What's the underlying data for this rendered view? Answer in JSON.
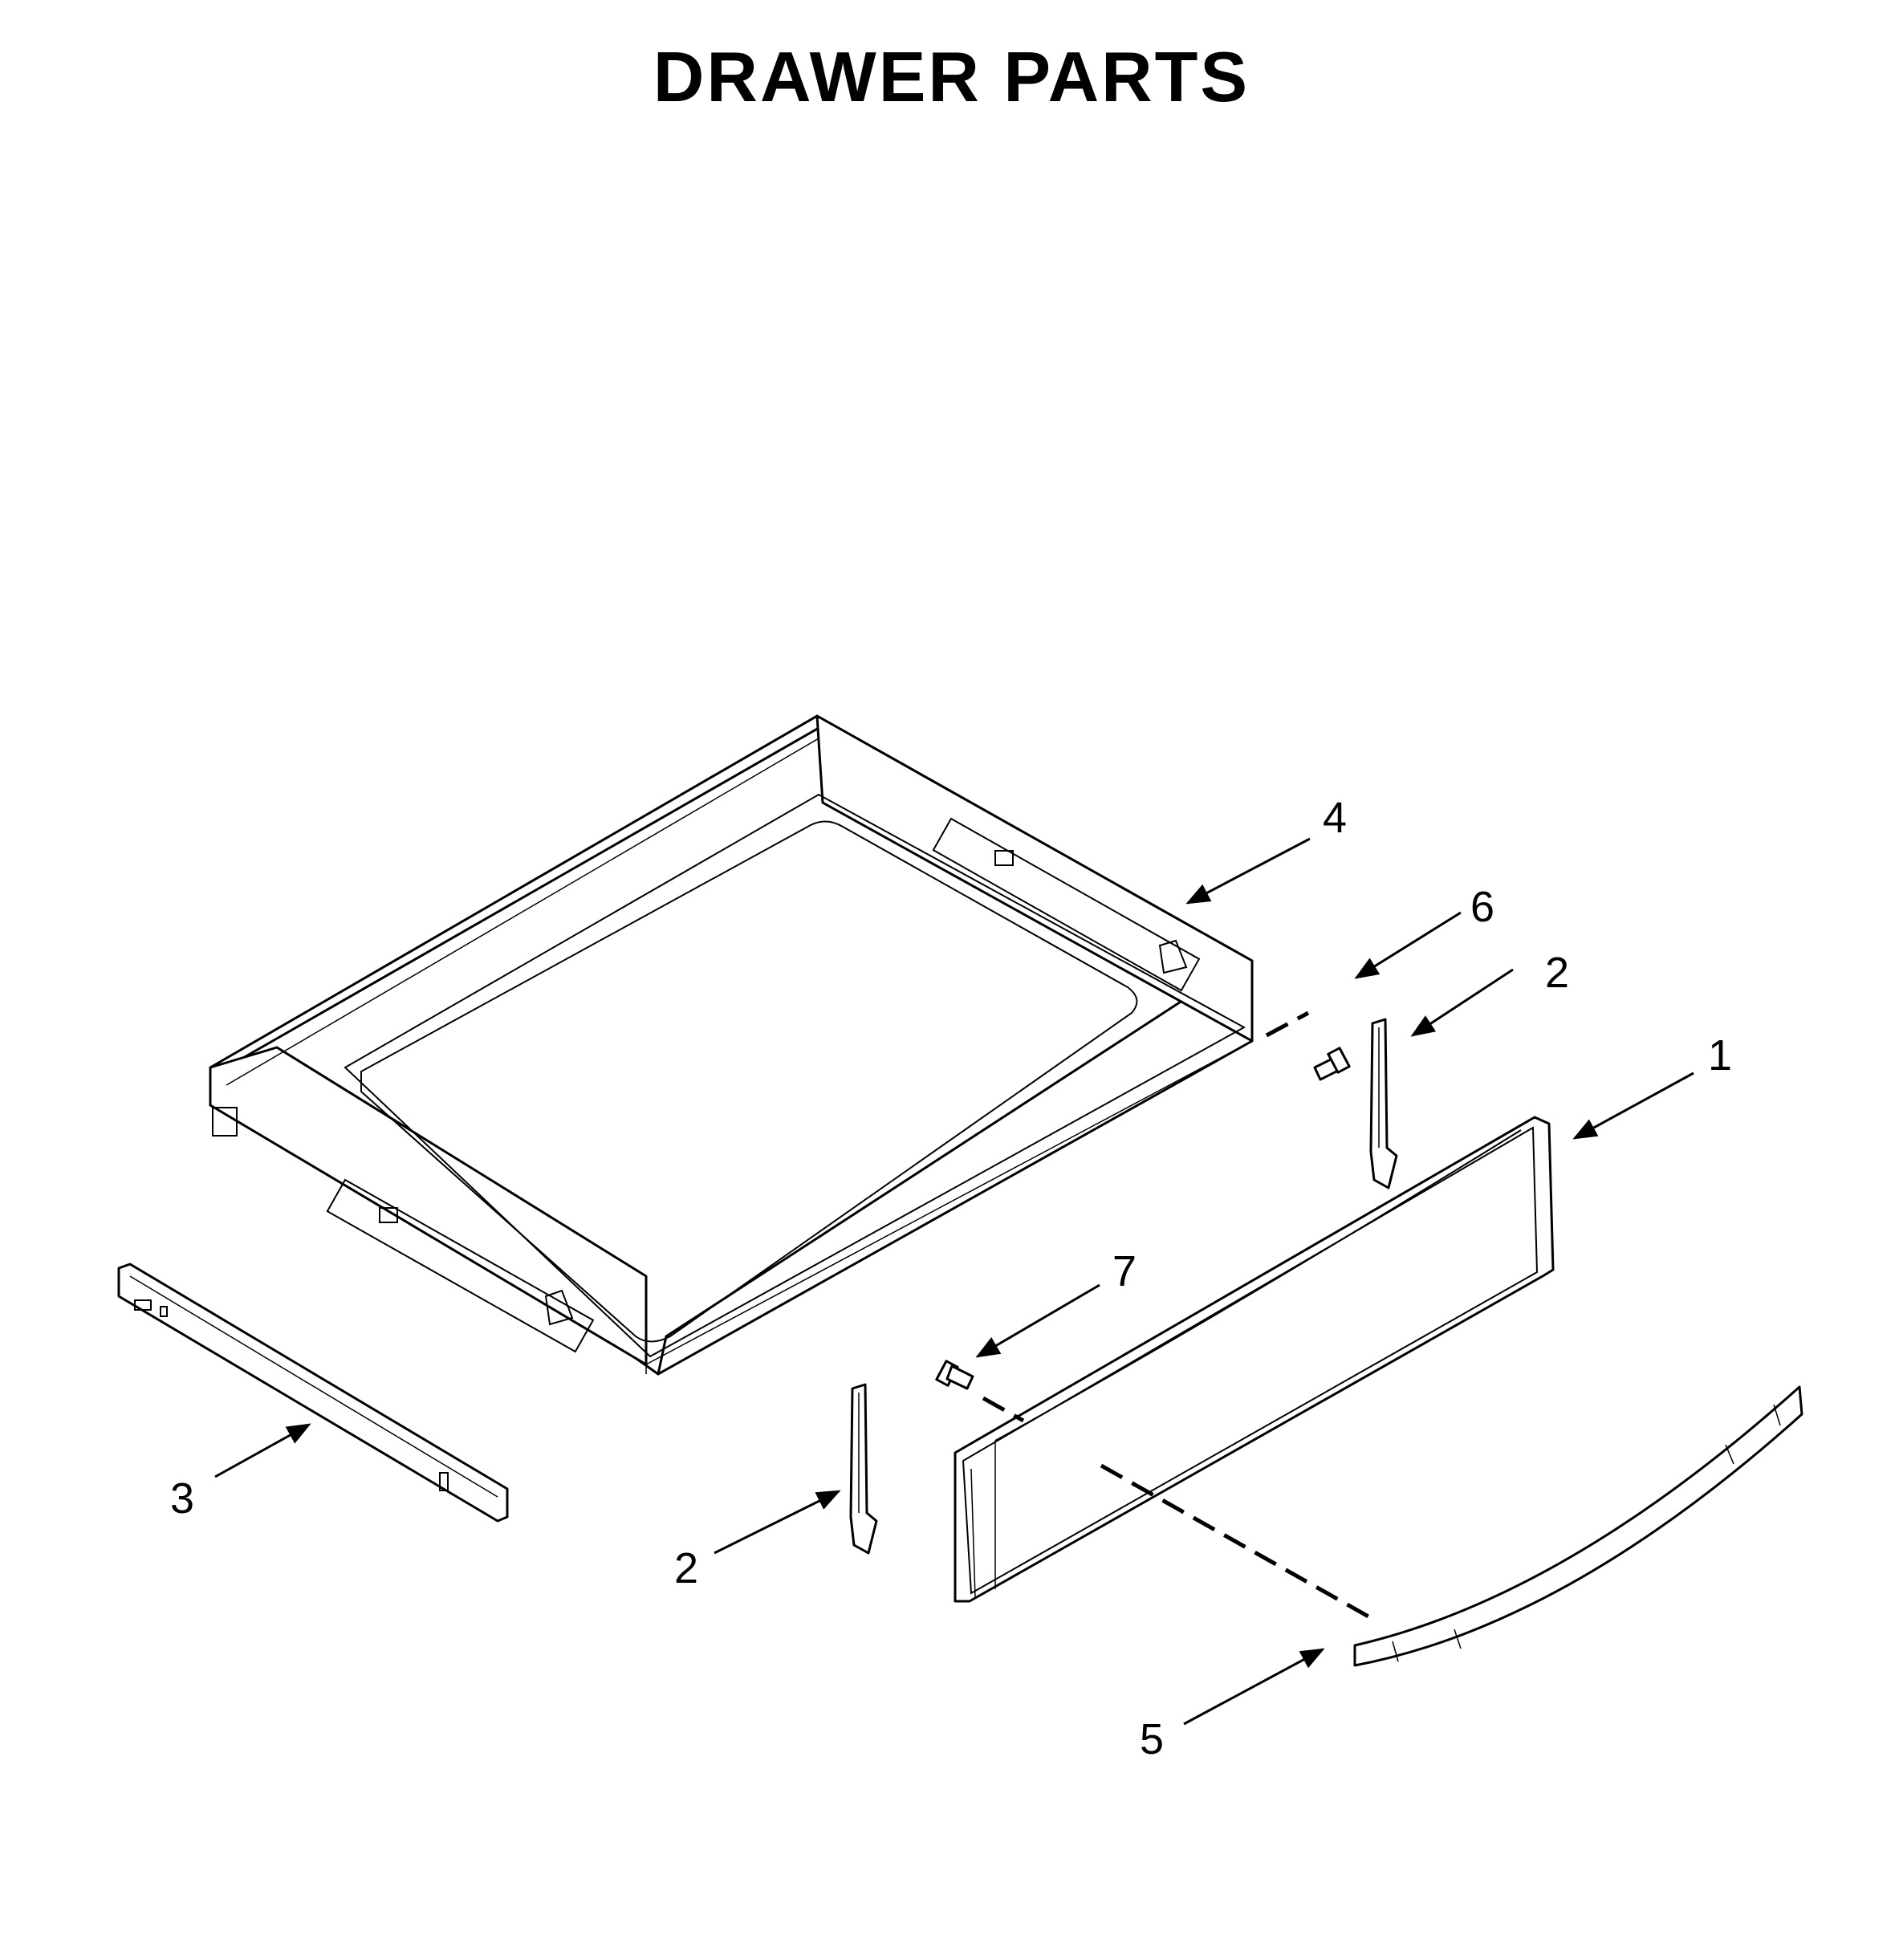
{
  "title": "DRAWER PARTS",
  "callouts": [
    {
      "id": "drawer",
      "label": "4"
    },
    {
      "id": "screw-a",
      "label": "6"
    },
    {
      "id": "slide-right",
      "label": "2"
    },
    {
      "id": "panel",
      "label": "1"
    },
    {
      "id": "screw-b",
      "label": "7"
    },
    {
      "id": "rail",
      "label": "3"
    },
    {
      "id": "slide-left",
      "label": "2"
    },
    {
      "id": "handle",
      "label": "5"
    }
  ]
}
